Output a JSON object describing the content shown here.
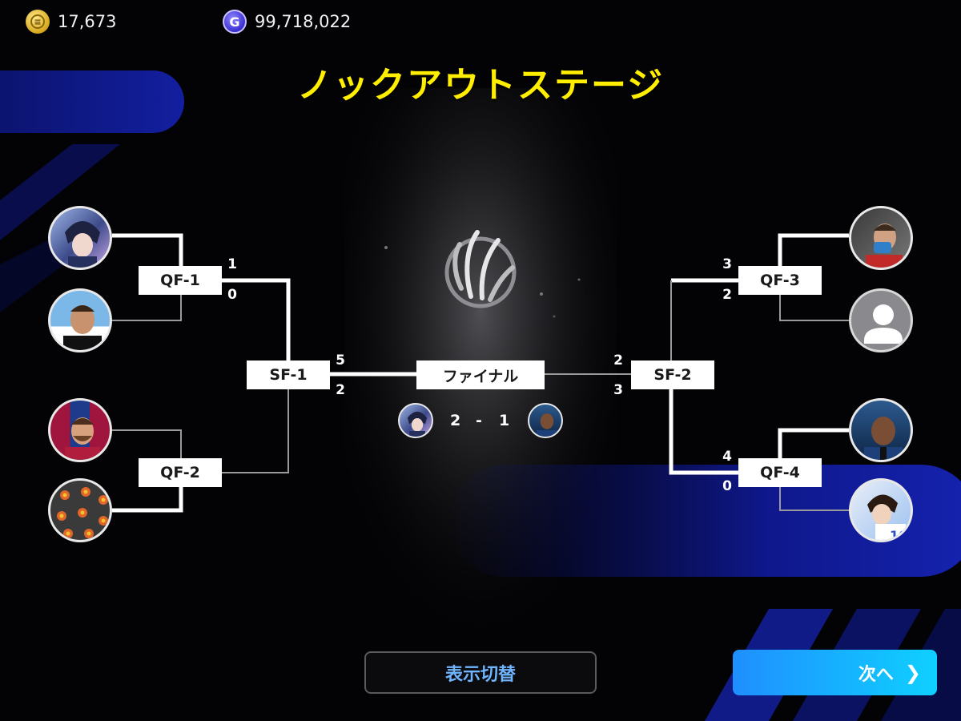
{
  "currency": {
    "coins": {
      "value": "17,673",
      "icon": "gold-coin-icon"
    },
    "gp": {
      "value": "99,718,022",
      "icon": "gp-icon",
      "glyph": "G"
    }
  },
  "title": "ノックアウトステージ",
  "matches": {
    "qf1": {
      "label": "QF-1",
      "score_top": "1",
      "score_bottom": "0"
    },
    "qf2": {
      "label": "QF-2"
    },
    "qf3": {
      "label": "QF-3",
      "score_top": "3",
      "score_bottom": "2"
    },
    "qf4": {
      "label": "QF-4",
      "score_top": "4",
      "score_bottom": "0"
    },
    "sf1": {
      "label": "SF-1",
      "score_top": "5",
      "score_bottom": "2"
    },
    "sf2": {
      "label": "SF-2",
      "score_top": "2",
      "score_bottom": "3"
    },
    "final": {
      "label": "ファイナル",
      "score_left": "2",
      "separator": "-",
      "score_right": "1"
    }
  },
  "buttons": {
    "switch_view": "表示切替",
    "next": "次へ",
    "next_chevron": "❯"
  },
  "colors": {
    "title": "#ffee00",
    "accent_blue": "#1f8fff",
    "bracket_line": "#ffffff"
  }
}
